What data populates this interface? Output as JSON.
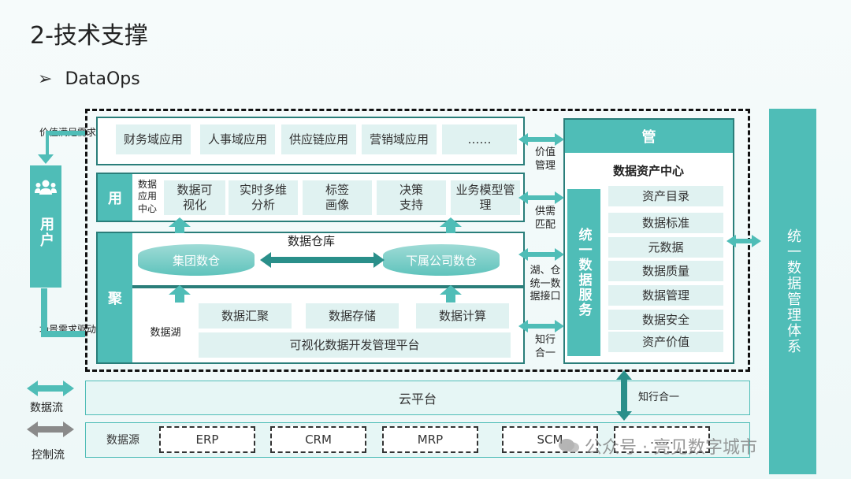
{
  "title": "2-技术支撑",
  "subtitle": "DataOps",
  "user_column": {
    "label": "用户",
    "top_note": "价值满足需求",
    "bottom_note": "场景需求驱动"
  },
  "app_row": [
    "财务域应用",
    "人事域应用",
    "供应链应用",
    "营销域应用",
    "……"
  ],
  "use_section": {
    "tag": "用",
    "center_label": "数据应用中心",
    "items": [
      "数据可视化",
      "实时多维分析",
      "标签画像",
      "决策支持",
      "业务模型管理"
    ]
  },
  "gather_section": {
    "tag": "聚",
    "warehouse_label": "数据仓库",
    "group_dw": "集团数仓",
    "sub_dw": "下属公司数仓",
    "lake_label": "数据湖",
    "lake_items": [
      "数据汇聚",
      "数据存储",
      "数据计算"
    ],
    "platform": "可视化数据开发管理平台"
  },
  "connectors": {
    "value_mgmt": "价值管理",
    "supply_match": "供需匹配",
    "interface": "湖、仓统一数据接口",
    "unity": "知行合一"
  },
  "manage_panel": {
    "header": "管",
    "center": "数据资产中心",
    "service": "统一数据服务",
    "items": [
      "资产目录",
      "数据标准",
      "元数据",
      "数据质量",
      "数据管理",
      "数据安全",
      "资产价值"
    ]
  },
  "governance": "统一数据管理体系",
  "cloud": {
    "label": "云平台",
    "link": "知行合一"
  },
  "sources": {
    "label": "数据源",
    "items": [
      "ERP",
      "CRM",
      "MRP",
      "SCM",
      "……"
    ]
  },
  "legend": {
    "data_flow": "数据流",
    "control_flow": "控制流"
  },
  "watermark": "公众号 · 亮见数字城市",
  "colors": {
    "teal": "#4fbdb7",
    "dark_teal": "#2a8f8a",
    "border": "#2a7e7a",
    "cell": "#e0f2f1",
    "gray_arrow": "#8a8a8a"
  }
}
